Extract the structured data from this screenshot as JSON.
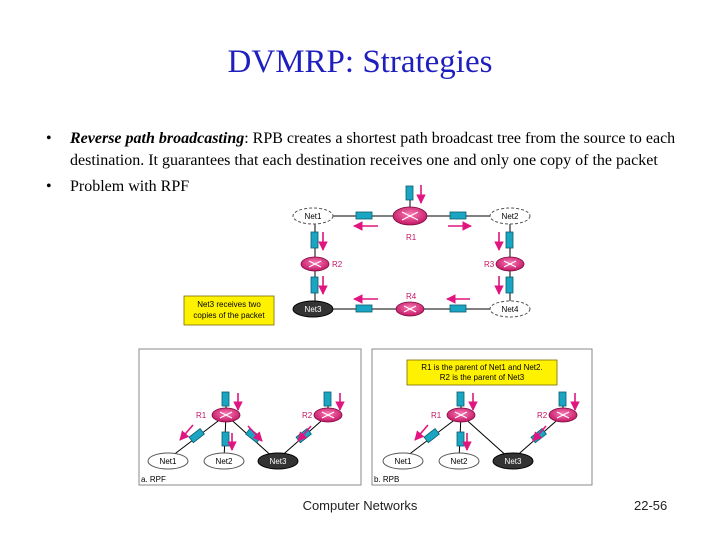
{
  "slide": {
    "title": "DVMRP: Strategies",
    "bullets": [
      {
        "emphasis": "Reverse path broadcasting",
        "text": ": RPB creates a shortest path broadcast tree from the source to each destination. It guarantees that each destination receives one and only one copy of the packet"
      },
      {
        "emphasis": "",
        "text": "Problem with RPF"
      }
    ],
    "footer_center": "Computer Networks",
    "footer_right": "22-56"
  },
  "top_figure": {
    "routers": [
      "R1",
      "R2",
      "R3",
      "R4"
    ],
    "nets": [
      "Net1",
      "Net2",
      "Net3",
      "Net4"
    ],
    "note": [
      "Net3 receives two",
      "copies of the packet"
    ]
  },
  "panel_a": {
    "caption": "a. RPF",
    "routers": [
      "R1",
      "R2"
    ],
    "nets": [
      "Net1",
      "Net2",
      "Net3"
    ]
  },
  "panel_b": {
    "caption": "b. RPB",
    "routers": [
      "R1",
      "R2"
    ],
    "nets": [
      "Net1",
      "Net2",
      "Net3"
    ],
    "note": [
      "R1 is the parent of Net1 and Net2.",
      "R2 is the parent of Net3"
    ]
  },
  "colors": {
    "title": "#1f1fbf",
    "router": "#e8247c",
    "link_block": "#1aa6c2",
    "arrow": "#e0157f",
    "note_fill": "#fff200"
  }
}
